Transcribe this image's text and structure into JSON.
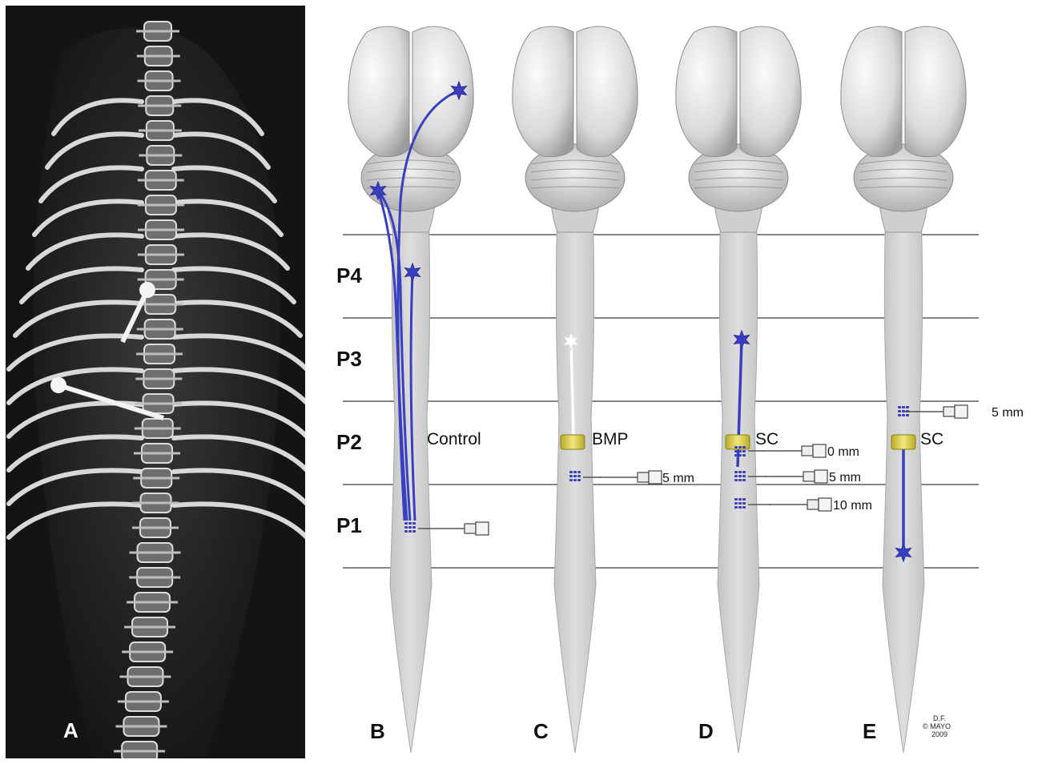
{
  "panels": {
    "a": "A",
    "b": "B",
    "c": "C",
    "d": "D",
    "e": "E"
  },
  "regions": [
    "P4",
    "P3",
    "P2",
    "P1"
  ],
  "labels": {
    "control": "Control",
    "bmp": "BMP",
    "sc_d": "SC",
    "sc_e": "SC"
  },
  "distances": {
    "c_5": "5 mm",
    "d_0": "0 mm",
    "d_5": "5 mm",
    "d_10": "10 mm",
    "e_5": "5 mm"
  },
  "credit": {
    "line1": "D.F.",
    "line2": "© MAYO",
    "line3": "2009"
  },
  "colors": {
    "neuron": "#3a3fbf",
    "implant": "#e3d86a",
    "cord": "#d6d6d6",
    "xray_bg": "#141414"
  }
}
